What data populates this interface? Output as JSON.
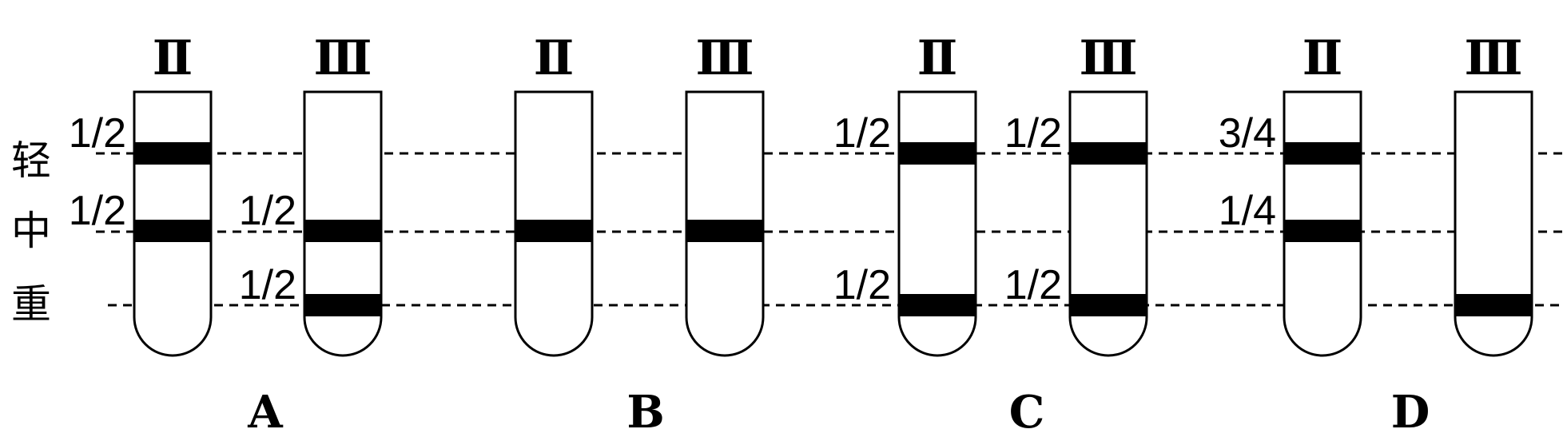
{
  "diagram": {
    "axis_labels": [
      "轻",
      "中",
      "重"
    ],
    "groups": [
      {
        "label": "A",
        "tubes": [
          {
            "generation": "Ⅱ",
            "bands": [
              {
                "level": "轻",
                "fraction": "1/2"
              },
              {
                "level": "中",
                "fraction": "1/2"
              }
            ]
          },
          {
            "generation": "Ⅲ",
            "bands": [
              {
                "level": "中",
                "fraction": "1/2"
              },
              {
                "level": "重",
                "fraction": "1/2"
              }
            ]
          }
        ]
      },
      {
        "label": "B",
        "tubes": [
          {
            "generation": "Ⅱ",
            "bands": [
              {
                "level": "中",
                "fraction": ""
              }
            ]
          },
          {
            "generation": "Ⅲ",
            "bands": [
              {
                "level": "中",
                "fraction": ""
              }
            ]
          }
        ]
      },
      {
        "label": "C",
        "tubes": [
          {
            "generation": "Ⅱ",
            "bands": [
              {
                "level": "轻",
                "fraction": "1/2"
              },
              {
                "level": "重",
                "fraction": "1/2"
              }
            ]
          },
          {
            "generation": "Ⅲ",
            "bands": [
              {
                "level": "轻",
                "fraction": "1/2"
              },
              {
                "level": "重",
                "fraction": "1/2"
              }
            ]
          }
        ]
      },
      {
        "label": "D",
        "tubes": [
          {
            "generation": "Ⅱ",
            "bands": [
              {
                "level": "轻",
                "fraction": "3/4"
              },
              {
                "level": "中",
                "fraction": "1/4"
              }
            ]
          },
          {
            "generation": "Ⅲ",
            "bands": [
              {
                "level": "重",
                "fraction": ""
              }
            ]
          }
        ]
      }
    ]
  }
}
